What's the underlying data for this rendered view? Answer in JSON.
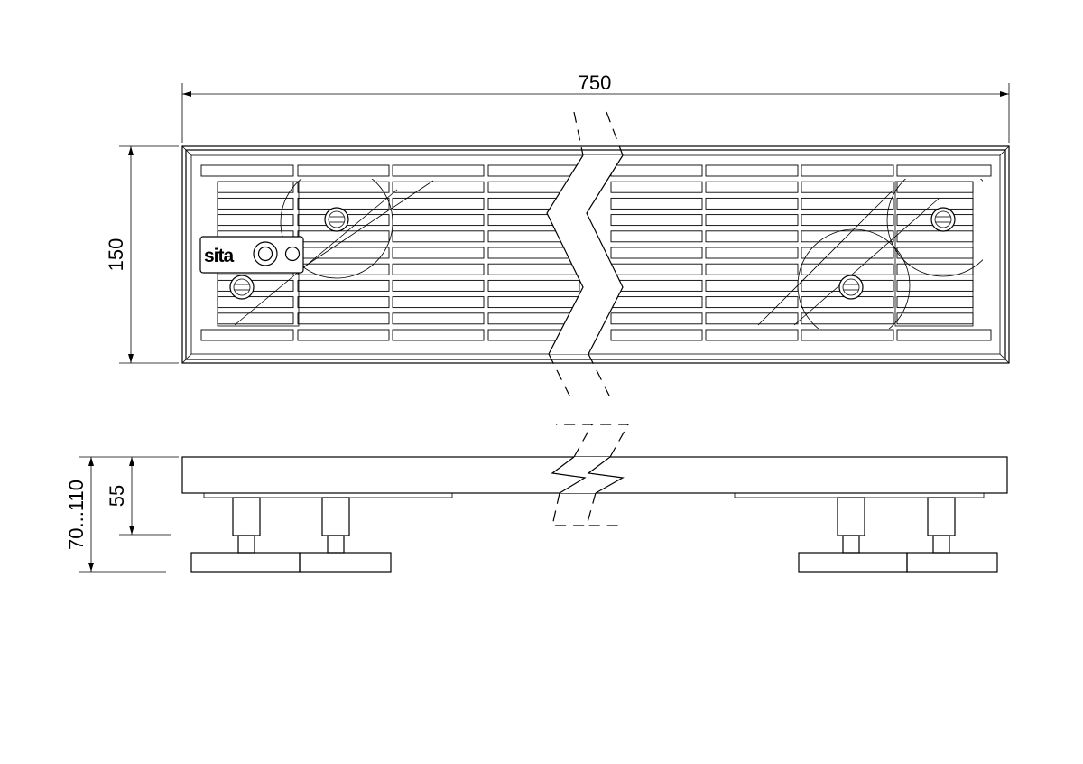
{
  "dimensions": {
    "overall_length": "750",
    "overall_width": "150",
    "body_height": "55",
    "total_height": "70...110"
  },
  "brand": {
    "logo_text": "sita"
  }
}
